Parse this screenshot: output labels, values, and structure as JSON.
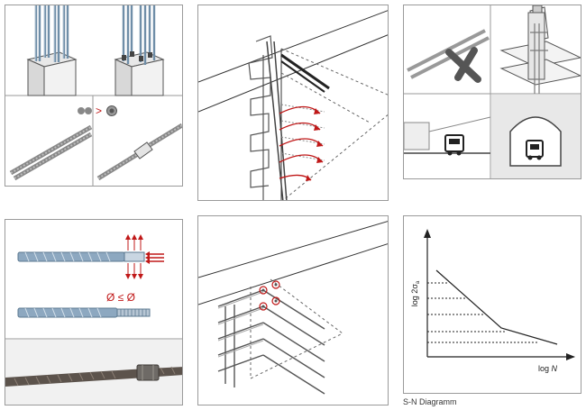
{
  "panels": {
    "splicing": {
      "compare_symbol": ">"
    },
    "fatigue": {
      "y_axis_label": "log 2σ",
      "y_axis_sub": "a",
      "x_axis_label": "log ",
      "x_axis_var": "N",
      "caption": "S-N Diagramm"
    },
    "diameter": {
      "condition": "Ø ≤ Ø"
    }
  },
  "colors": {
    "accent": "#c01818",
    "steel": "#7f9bb5",
    "dark": "#333333"
  },
  "icons": [
    "column-rebar-icon",
    "coupler-icon",
    "truck-icon",
    "tunnel-icon",
    "tower-icon",
    "arrow-icon"
  ]
}
